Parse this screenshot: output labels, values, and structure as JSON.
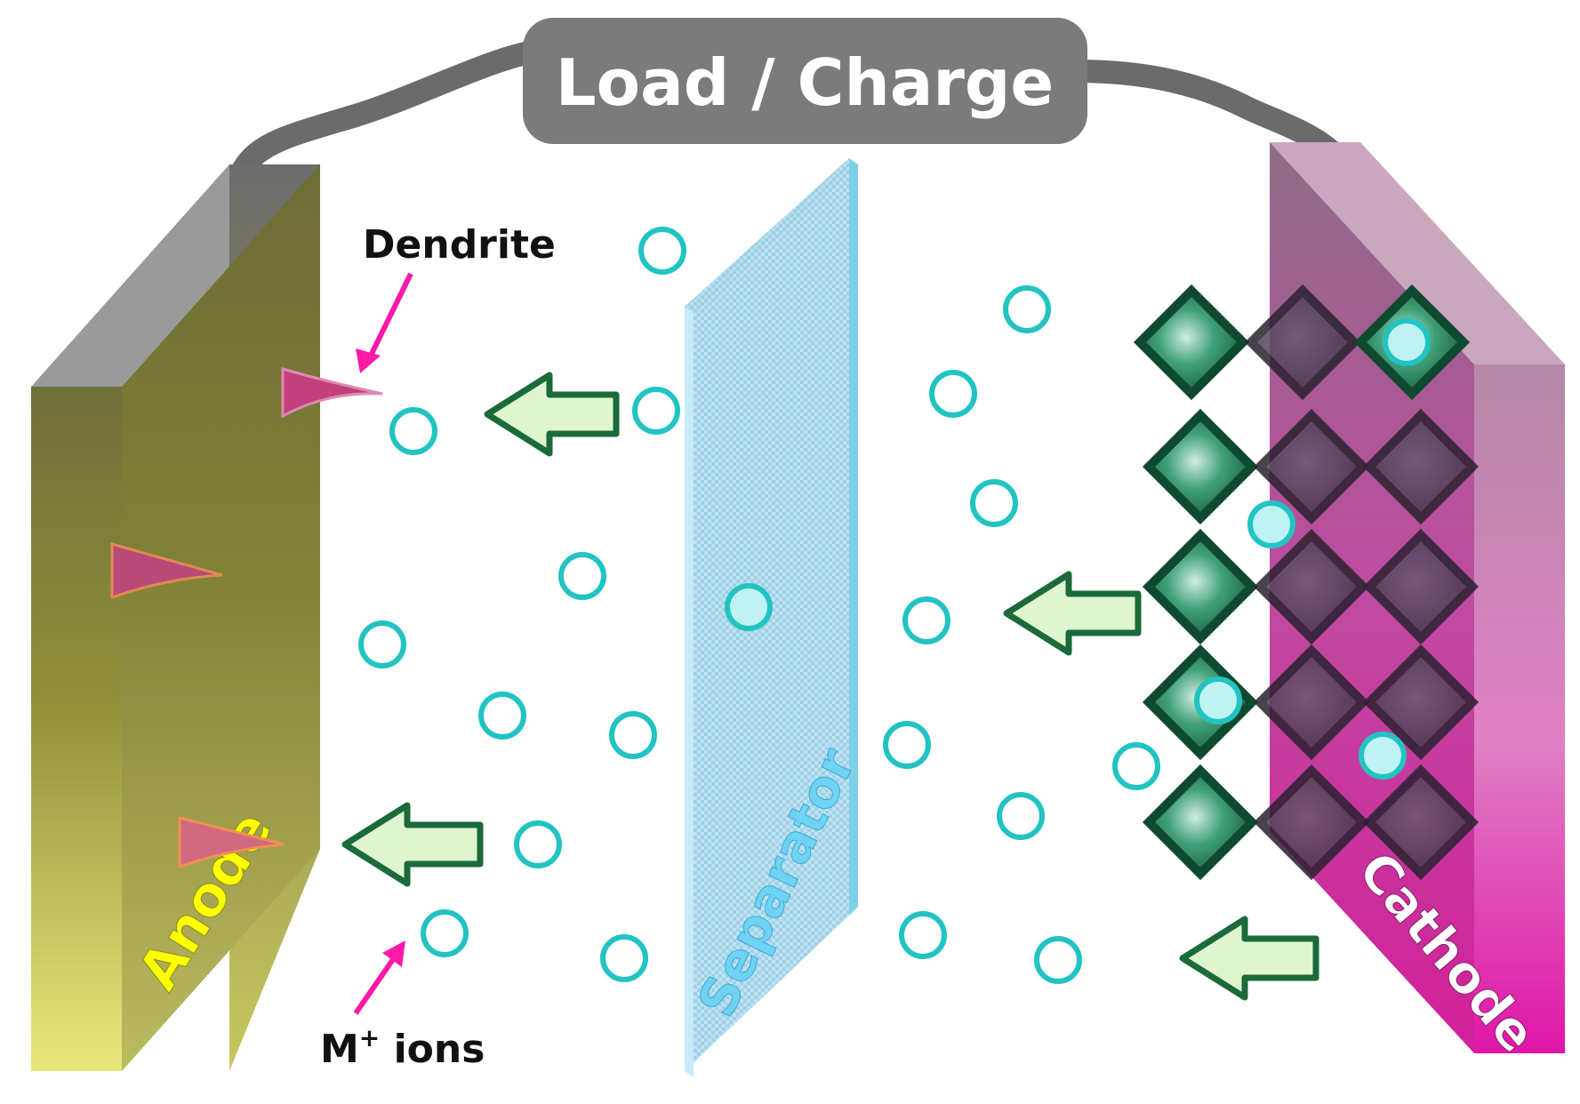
{
  "title": "Load / Charge",
  "labels": {
    "anode": "Anode",
    "separator": "Separator",
    "cathode": "Cathode",
    "dendrite": "Dendrite",
    "ions_main": "M",
    "ions_sup": "+",
    "ions_suffix": " ions"
  },
  "colors": {
    "wire": "#6b6b6b",
    "load_box": "#7b7b7b",
    "load_text": "#ffffff",
    "anode_label": "#ffff00",
    "separator": "#a8dcf0",
    "separator_label": "#6fd3f5",
    "cathode": "#cc2f9e",
    "cathode_label": "#ffffff",
    "ion_stroke": "#22c3c3",
    "arrow_fill": "#dff5d0",
    "arrow_stroke": "#1a6a3a",
    "crystal": "#1f7a55",
    "dendrite": "#d0558f",
    "pointer": "#ff1aa8"
  }
}
